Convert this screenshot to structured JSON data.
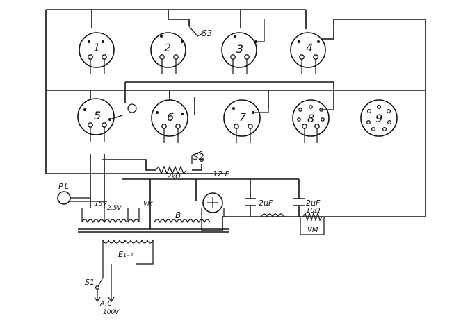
{
  "sockets": [
    {
      "num": "1"
    },
    {
      "num": "2"
    },
    {
      "num": "3"
    },
    {
      "num": "4"
    },
    {
      "num": "5"
    },
    {
      "num": "6"
    },
    {
      "num": "7"
    },
    {
      "num": "8"
    },
    {
      "num": "9"
    }
  ],
  "labels": {
    "s3": "S3",
    "s2": "S2",
    "r2k": "2kΩ",
    "f12": "12 F",
    "pl": "P.L",
    "v15": "15V",
    "v25": "2.5V",
    "vm1": "VM",
    "b": "B",
    "c1": "2μF",
    "c2": "2μF",
    "r10": "10Ω",
    "vm2": "VM",
    "e": "E₁₋₇",
    "s1": "S1",
    "ac": "A.C",
    "v100": "100V"
  },
  "colors": {
    "ink": "#111111",
    "paper": "#ffffff"
  }
}
